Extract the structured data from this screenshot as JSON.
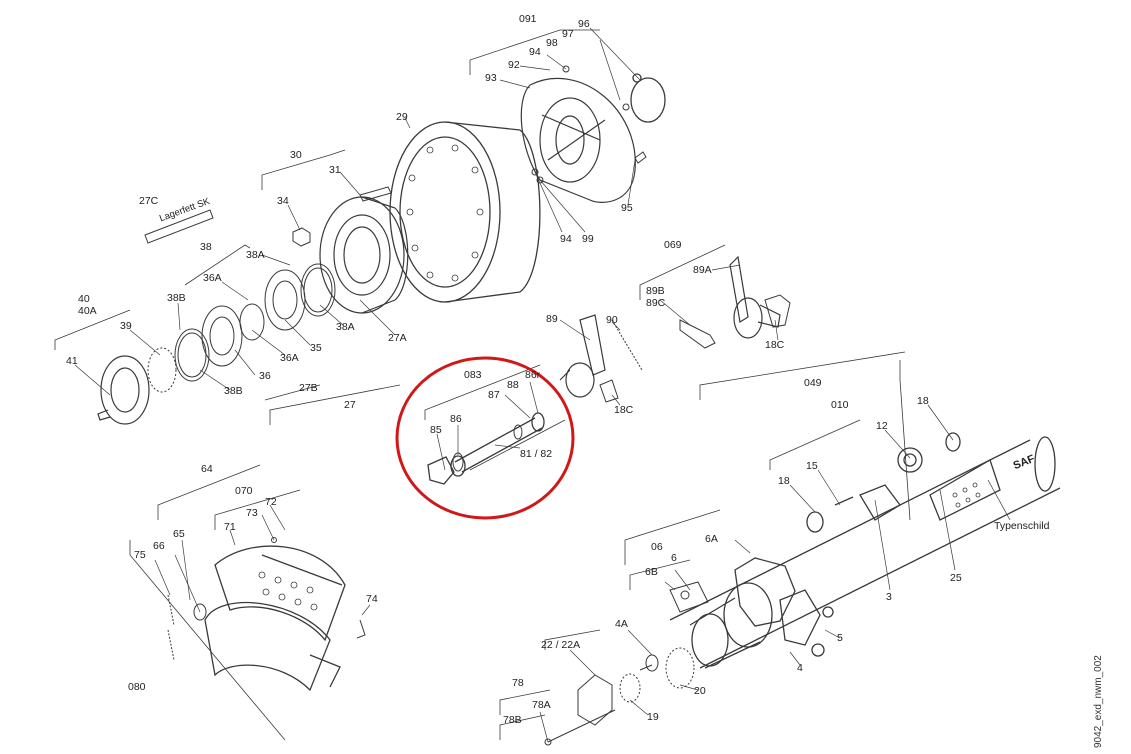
{
  "drawing_id": "9042_exd_nwm_002",
  "callouts": {
    "c091": "091",
    "c96": "96",
    "c97": "97",
    "c98": "98",
    "c94a": "94",
    "c92": "92",
    "c93": "93",
    "c29": "29",
    "c95": "95",
    "c94b": "94",
    "c99": "99",
    "c30": "30",
    "c31": "31",
    "c34": "34",
    "c27C": "27C",
    "c38": "38",
    "c38A1": "38A",
    "c36A1": "36A",
    "c38B1": "38B",
    "c40": "40",
    "c40A": "40A",
    "c39": "39",
    "c41": "41",
    "c38A2": "38A",
    "c27A": "27A",
    "c35": "35",
    "c36A2": "36A",
    "c36": "36",
    "c38B2": "38B",
    "c27B": "27B",
    "c27": "27",
    "c069": "069",
    "c89A": "89A",
    "c89B": "89B",
    "c89C": "89C",
    "c18C1": "18C",
    "c89": "89",
    "c90": "90",
    "c18C2": "18C",
    "c083": "083",
    "c88": "88",
    "c86r": "86r",
    "c87": "87",
    "c85": "85",
    "c86": "86",
    "c8182": "81 / 82",
    "c049": "049",
    "c010": "010",
    "c18a": "18",
    "c12": "12",
    "c15": "15",
    "c18b": "18",
    "c3": "3",
    "c25": "25",
    "c64": "64",
    "c070": "070",
    "c72": "72",
    "c73": "73",
    "c71": "71",
    "c65": "65",
    "c66": "66",
    "c75": "75",
    "c74": "74",
    "c080": "080",
    "c06": "06",
    "c6": "6",
    "c6A": "6A",
    "c6B": "6B",
    "c4A": "4A",
    "c22": "22 / 22A",
    "c5": "5",
    "c4": "4",
    "c20": "20",
    "c19": "19",
    "c78": "78",
    "c78A": "78A",
    "c78B": "78B"
  },
  "labels": {
    "grease": "Lagerfett SK",
    "nameplate": "Typenschild",
    "saf_logo": "SAF"
  },
  "colors": {
    "line": "#3a3a3a",
    "highlight": "#d01818"
  }
}
